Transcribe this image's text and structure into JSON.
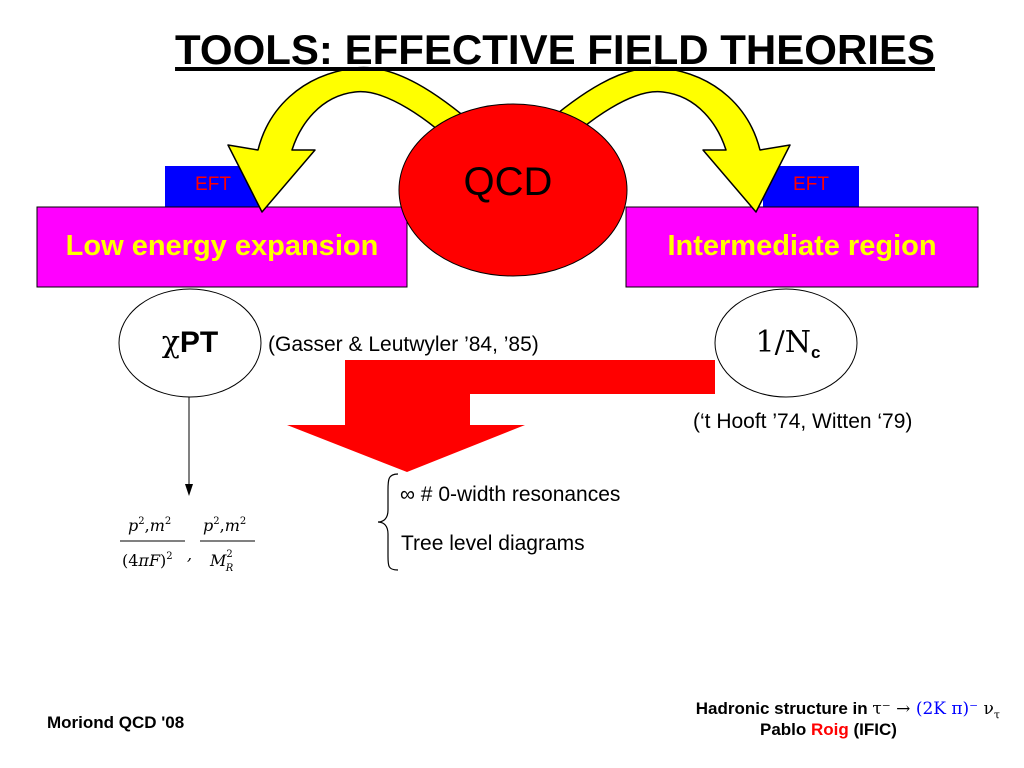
{
  "title": "TOOLS: EFFECTIVE FIELD THEORIES",
  "center": {
    "label": "QCD"
  },
  "left": {
    "eft": "EFT",
    "box": "Low energy expansion",
    "circle_symbol": "χ",
    "circle_text": "PT",
    "reference": "(Gasser &  Leutwyler ’84, ’85)"
  },
  "right": {
    "eft": "EFT",
    "box": "Intermediate region",
    "circle_main": "1/N",
    "circle_sub": "c",
    "reference": "(‘t Hooft ’74, Witten ‘79)"
  },
  "results": {
    "resonances": "∞ # 0-width resonances",
    "tree": "Tree level diagrams"
  },
  "formula": {
    "term1_num": "p², m²",
    "term1_den": "(4πF)²",
    "term2_num": "p², m²",
    "term2_den": "M_R²"
  },
  "footer": {
    "conference": "Moriond QCD '08",
    "talk_prefix": "Hadronic structure in ",
    "talk_math": "τ⁻ → ",
    "talk_channel": "(2K π)⁻",
    "talk_suffix": " ν",
    "talk_suffix_sub": "τ",
    "author_first": "Pablo ",
    "author_last": "Roig",
    "affiliation": " (IFIC)"
  },
  "colors": {
    "magenta_box": "#ff00ff",
    "eft_blue": "#0000ff",
    "qcd_red": "#ff0000",
    "arrow_yellow": "#ffff00",
    "big_arrow_red": "#ff0000"
  }
}
